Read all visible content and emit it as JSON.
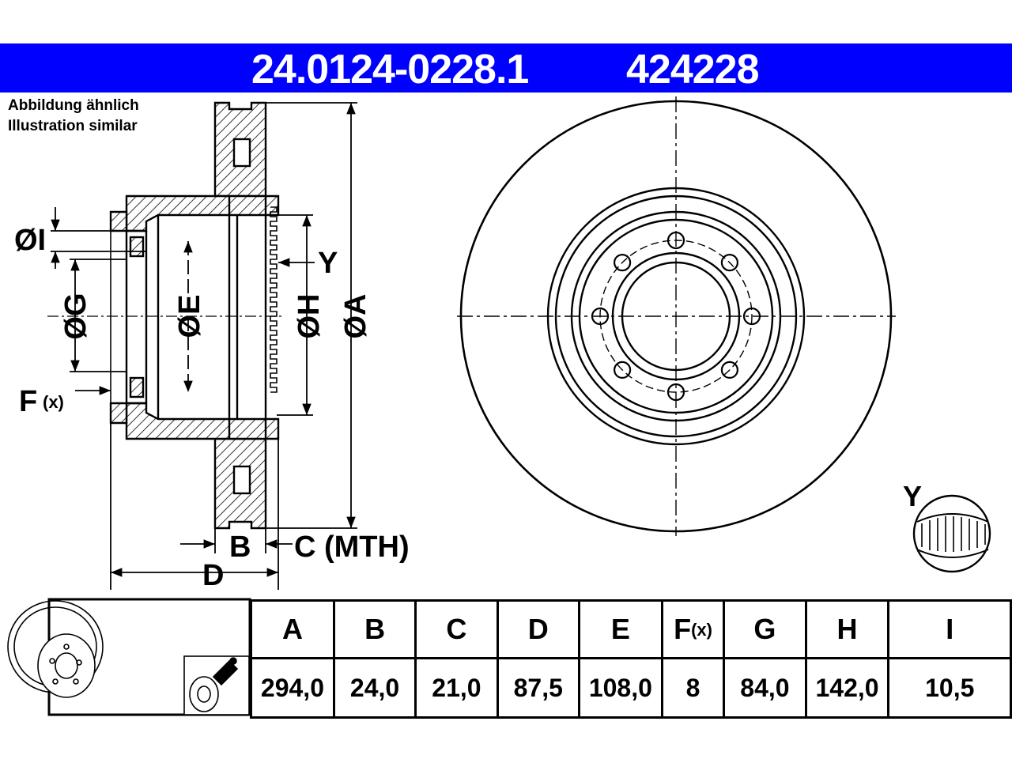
{
  "header": {
    "part_number": "24.0124-0228.1",
    "ref_number": "424228",
    "bg_color": "#0000ff",
    "text_color": "#ffffff"
  },
  "note": {
    "line1": "Abbildung ähnlich",
    "line2": "Illustration similar"
  },
  "drawing_labels": {
    "dia_i": "ØI",
    "dia_g": "ØG",
    "dia_e": "ØE",
    "dia_h": "ØH",
    "dia_a": "ØA",
    "y": "Y",
    "f": "F",
    "f_sub": "(x)",
    "b": "B",
    "c": "C (MTH)",
    "d": "D",
    "detail_y": "Y"
  },
  "specs": {
    "columns": [
      {
        "key": "A",
        "label": "A",
        "sub": "",
        "value": "294,0"
      },
      {
        "key": "B",
        "label": "B",
        "sub": "",
        "value": "24,0"
      },
      {
        "key": "C",
        "label": "C",
        "sub": "",
        "value": "21,0"
      },
      {
        "key": "D",
        "label": "D",
        "sub": "",
        "value": "87,5"
      },
      {
        "key": "E",
        "label": "E",
        "sub": "",
        "value": "108,0"
      },
      {
        "key": "F",
        "label": "F",
        "sub": "(x)",
        "value": "8"
      },
      {
        "key": "G",
        "label": "G",
        "sub": "",
        "value": "84,0"
      },
      {
        "key": "H",
        "label": "H",
        "sub": "",
        "value": "142,0"
      },
      {
        "key": "I",
        "label": "I",
        "sub": "",
        "value": "10,5"
      }
    ]
  }
}
